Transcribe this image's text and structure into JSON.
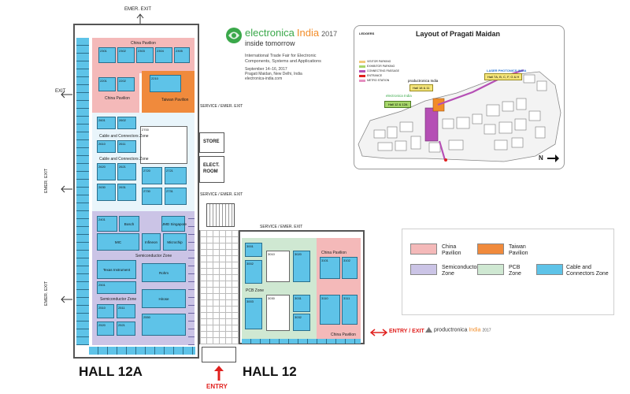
{
  "colors": {
    "china": "#f4b9b9",
    "taiwan": "#f08a3c",
    "semiconductor": "#cbc4e6",
    "pcb": "#cfe8d2",
    "cable": "#5ec3e8",
    "entry_red": "#e0201e",
    "brand_green": "#3aa84a"
  },
  "header": {
    "logo_word1": "electronica",
    "logo_word2": "India",
    "logo_year": "2017",
    "tagline": "inside tomorrow",
    "desc1": "International Trade Fair for Electronic",
    "desc2": "Components, Systems and Applications",
    "dates": "September 14–16, 2017",
    "venue": "Pragati Maidan, New Delhi, India",
    "website": "electronica-india.com"
  },
  "inset": {
    "title": "Layout of Pragati Maidan",
    "legend_title": "LEDGERS",
    "legend_items": [
      "VISITOR PARKING",
      "EXHIBITOR PARKING",
      "CONNECTING PASSAGE",
      "ENTRANCE",
      "METRO STATION"
    ],
    "tag_hall12": "Hall 12 & 12A",
    "tag_hall18": "Hall 18 & 11",
    "tag_halls": "Hall 7A, B, C, F, G & H",
    "brand_laser": "LASER PHOTONICS INDIA",
    "brand_productronica": "productronica India",
    "brand_electronica": "electronica India",
    "north": "N"
  },
  "legend": {
    "china": "China Pavilion",
    "taiwan": "Taiwan Pavilion",
    "semiconductor": "Semiconductor Zone",
    "pcb": "PCB Zone",
    "cable": "Cable and Connectors Zone"
  },
  "floor": {
    "emer_exit_top": "EMER. EXIT",
    "exit_left": "EXIT",
    "emer_exit_left1": "EMER. EXIT",
    "emer_exit_left2": "EMER. EXIT",
    "service_exit1": "SERVICE / EMER. EXIT",
    "service_exit2": "SERVICE / EMER. EXIT",
    "service_exit3": "SERVICE / EMER. EXIT",
    "store": "STORE",
    "elect1": "ELECT.",
    "elect2": "ROOM",
    "hall12a": "HALL 12A",
    "hall12": "HALL 12",
    "entry": "ENTRY",
    "entry_exit": "ENTRY / EXIT",
    "productronica_word": "productronica",
    "productronica_india": "India",
    "productronica_year": "2017",
    "zones": {
      "china_pavilion_top": "China Pavilion",
      "china_pavilion_mid": "China Pavilion",
      "taiwan_pavilion": "Taiwan Pavilion",
      "cable_zone": "Cable and Connectors Zone",
      "cable_zone2": "Cable and Connectors Zone",
      "semiconductor": "Semiconductor Zone",
      "semiconductor2": "Semiconductor Zone",
      "pcb_zone": "PCB Zone",
      "china_pavilion_right": "China Pavilion",
      "china_pavilion_bottom": "China Pavilion"
    },
    "exhibitors": {
      "mic": "MIC",
      "texas": "Texas Instrument",
      "rohm": "Rohm",
      "hirose": "Hirose",
      "bosch": "Bosch",
      "jmd": "JMD Singapore",
      "infineon": "Infineon",
      "microchip": "Microchip"
    }
  }
}
